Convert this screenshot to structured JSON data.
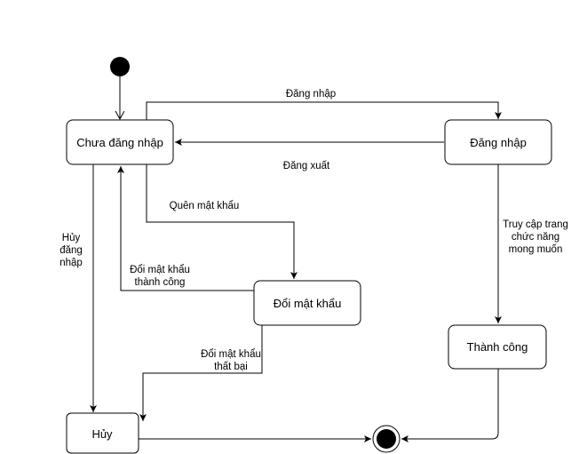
{
  "states": {
    "not_logged_in": "Chưa đăng nhập",
    "logged_in": "Đăng nhập",
    "change_password": "Đổi mật khẩu",
    "success": "Thành công",
    "cancel": "Hủy"
  },
  "transitions": {
    "login": "Đăng nhập",
    "logout": "Đăng xuất",
    "forgot_password": "Quên mật khẩu",
    "cancel_login": [
      "Hủy",
      "đăng",
      "nhập"
    ],
    "change_pw_success": [
      "Đổi mật khẩu",
      "thành công"
    ],
    "change_pw_fail": [
      "Đổi mật khẩu",
      "thất bại"
    ],
    "access_feature": [
      "Truy cập trang",
      "chức năng",
      "mong muốn"
    ]
  },
  "colors": {
    "stroke": "#000000",
    "fill": "#ffffff"
  }
}
